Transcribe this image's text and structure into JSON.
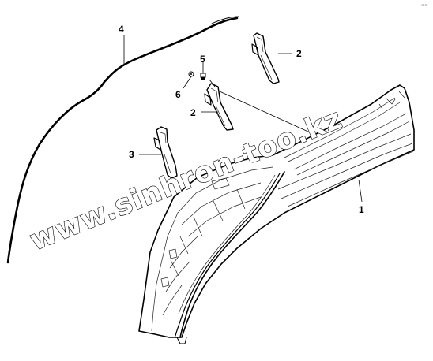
{
  "callouts": [
    {
      "id": "1",
      "text": "1"
    },
    {
      "id": "2a",
      "text": "2"
    },
    {
      "id": "2b",
      "text": "2"
    },
    {
      "id": "3",
      "text": "3"
    },
    {
      "id": "4",
      "text": "4"
    },
    {
      "id": "5",
      "text": "5"
    },
    {
      "id": "6",
      "text": "6"
    }
  ],
  "watermark": "www.sinhron-too.kz",
  "corner_mark": "=="
}
